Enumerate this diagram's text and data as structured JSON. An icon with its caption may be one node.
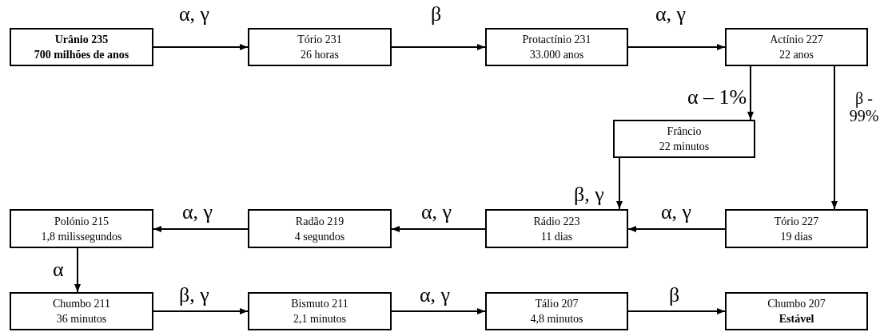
{
  "diagram": {
    "nodes": [
      {
        "text": [
          "**Urânio 235**",
          "**700 milhões de anos**"
        ]
      },
      {
        "text": [
          "Tório 231",
          "26 horas"
        ]
      },
      {
        "text": [
          "Protactínio 231",
          "33.000 anos"
        ]
      },
      {
        "text": [
          "Actínio 227",
          "22 anos"
        ]
      },
      {
        "text": [
          "Frâncio",
          "22 minutos"
        ]
      },
      {
        "text": [
          "Polónio 215",
          "1,8 milissegundos"
        ]
      },
      {
        "text": [
          "Radão 219",
          "4 segundos"
        ]
      },
      {
        "text": [
          "Rádio 223",
          "11 dias"
        ]
      },
      {
        "text": [
          "Tório 227",
          "19 dias"
        ]
      },
      {
        "text": [
          "Chumbo 211",
          "36 minutos"
        ]
      },
      {
        "text": [
          "Bismuto 211",
          "2,1 minutos"
        ]
      },
      {
        "text": [
          "Tálio 207",
          "4,8 minutos"
        ]
      },
      {
        "text": [
          "Chumbo 207",
          "**Estável**"
        ]
      }
    ],
    "edges": [
      {
        "from": 0,
        "to": 1,
        "arrow": "to",
        "label": "α, γ"
      },
      {
        "from": 1,
        "to": 2,
        "arrow": "to",
        "label": "β"
      },
      {
        "from": 2,
        "to": 3,
        "arrow": "to",
        "label": "α, γ"
      },
      {
        "from": 3,
        "to": 4,
        "arrow": "to",
        "label": "α – 1%"
      },
      {
        "from": 3,
        "to": 8,
        "arrow": "to",
        "label": "β - 99%"
      },
      {
        "from": 4,
        "to": 7,
        "arrow": "to",
        "label": "β, γ"
      },
      {
        "from": 8,
        "to": 7,
        "arrow": "to",
        "label": "α, γ"
      },
      {
        "from": 7,
        "to": 6,
        "arrow": "to",
        "label": "α, γ"
      },
      {
        "from": 6,
        "to": 5,
        "arrow": "to",
        "label": "α, γ"
      },
      {
        "from": 5,
        "to": 9,
        "arrow": "to",
        "label": "α"
      },
      {
        "from": 9,
        "to": 10,
        "arrow": "to",
        "label": "β, γ"
      },
      {
        "from": 10,
        "to": 11,
        "arrow": "to",
        "label": "α, γ"
      },
      {
        "from": 11,
        "to": 12,
        "arrow": "to",
        "label": "β"
      }
    ]
  }
}
